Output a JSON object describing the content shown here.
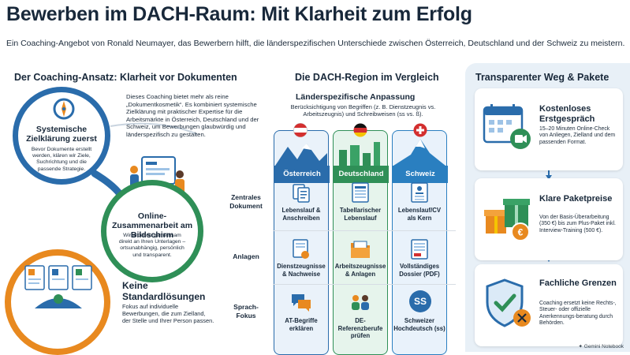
{
  "header": {
    "title": "Bewerben im DACH-Raum: Mit Klarheit zum Erfolg",
    "subtitle": "Ein Coaching-Angebot von Ronald Neumayer, das Bewerbern hilft, die länderspezifischen Unterschiede zwischen Österreich, Deutschland und der Schweiz zu meistern."
  },
  "left": {
    "heading": "Der Coaching-Ansatz: Klarheit vor Dokumenten",
    "intro": "Dieses Coaching bietet mehr als reine „Dokumentkosmetik“. Es kombiniert systemische Zielklärung mit praktischer Expertise für die Arbeitsmärkte in Österreich, Deutschland und der Schweiz, um Bewerbungen glaubwürdig und länderspezifisch zu gestalten.",
    "items": [
      {
        "title": "Systemische Zielklärung zuerst",
        "text": "Bevor Dokumente erstellt werden, klären wir Ziele, Suchrichtung und die passende Strategie."
      },
      {
        "title": "Online-Zusammenarbeit am Bildschirm",
        "text": "Wir arbeiten gemeinsam direkt an Ihren Unterlagen – ortsunabhängig, persönlich und transparent."
      },
      {
        "title": "Keine Standardlösungen",
        "text": "Fokus auf individuelle Bewerbungen, die zum Zielland, der Stelle und Ihrer Person passen."
      }
    ]
  },
  "middle": {
    "heading": "Die DACH-Region im Vergleich",
    "subheading": "Länderspezifische Anpassung",
    "description": "Berücksichtigung von Begriffen (z. B. Dienstzeugnis vs. Arbeitszeugnis) und Schreibweisen (ss vs. ß).",
    "rows": [
      "Zentrales Dokument",
      "Anlagen",
      "Sprach-Fokus"
    ],
    "countries": [
      {
        "name": "Österreich",
        "color": "#2a6cab",
        "cells": [
          "Lebenslauf & Anschreiben",
          "Dienstzeugnisse & Nachweise",
          "AT-Begriffe erklären"
        ]
      },
      {
        "name": "Deutschland",
        "color": "#2f8f57",
        "cells": [
          "Tabellarischer Lebenslauf",
          "Arbeitszeugnisse & Anlagen",
          "DE-Referenzberufe prüfen"
        ]
      },
      {
        "name": "Schweiz",
        "color": "#2a7fc0",
        "cells": [
          "Lebenslauf/CV als Kern",
          "Vollständiges Dossier (PDF)",
          "Schweizer Hochdeutsch (ss)"
        ]
      }
    ],
    "ss_badge": "SS"
  },
  "right": {
    "heading": "Transparenter Weg & Pakete",
    "cards": [
      {
        "title": "Kostenloses Erstgespräch",
        "text": "15–20 Minuten Online-Check von Anliegen, Zielland und dem passenden Format."
      },
      {
        "title": "Klare Paketpreise",
        "text": "Von der Basis-Überarbeitung (350 €) bis zum Plus-Paket inkl. Interview-Training (500 €)."
      },
      {
        "title": "Fachliche Grenzen",
        "text": "Coaching ersetzt keine Rechts-, Steuer- oder offizielle Anerkennungs-beratung durch Behörden."
      }
    ],
    "euro_symbol": "€"
  },
  "footer": {
    "brand": "Gemini Notebook"
  },
  "colors": {
    "blue": "#2a6cab",
    "green": "#2f8f57",
    "orange": "#e8891f",
    "panel": "#e8f0f7"
  }
}
